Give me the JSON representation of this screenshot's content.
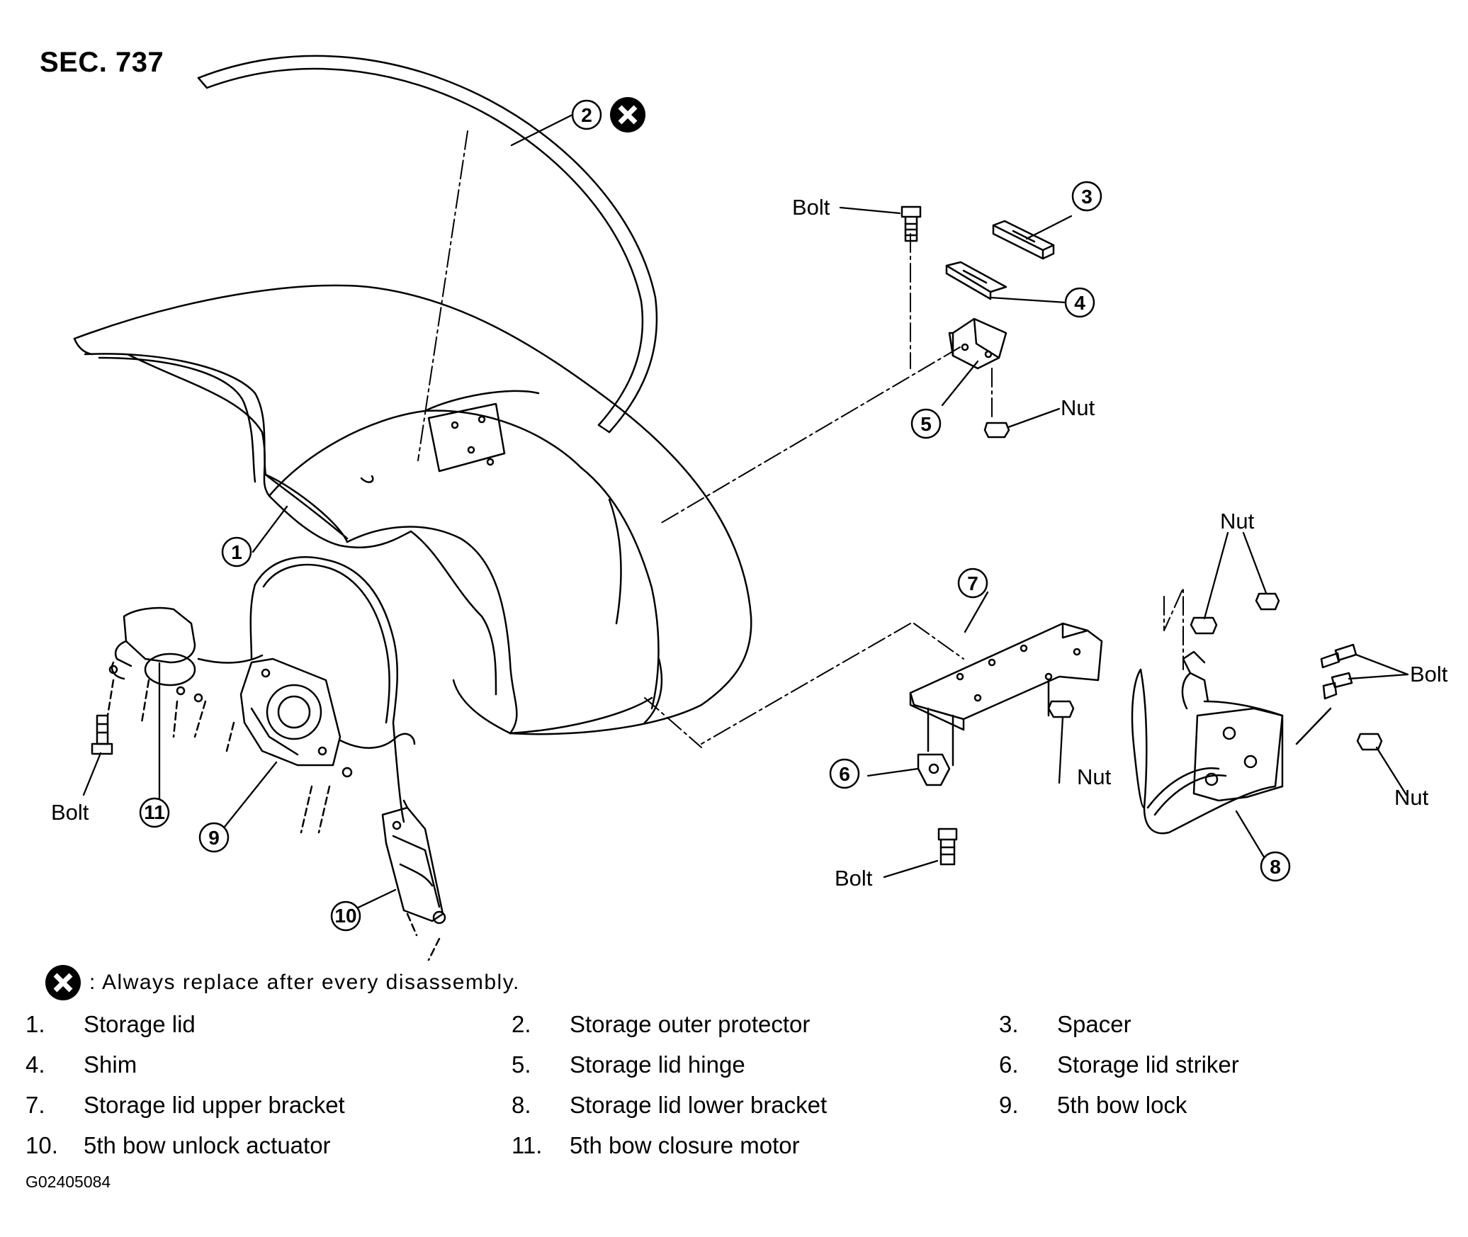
{
  "section": "SEC. 737",
  "callouts": {
    "c1": "1",
    "c2": "2",
    "c3": "3",
    "c4": "4",
    "c5": "5",
    "c6": "6",
    "c7": "7",
    "c8": "8",
    "c9": "9",
    "c10": "10",
    "c11": "11"
  },
  "hardware_labels": {
    "bolt": "Bolt",
    "nut": "Nut"
  },
  "note": {
    "icon": "replace-x-icon",
    "text": ": Always replace after every disassembly."
  },
  "legend": [
    {
      "num": "1.",
      "label": "Storage lid"
    },
    {
      "num": "2.",
      "label": "Storage outer protector"
    },
    {
      "num": "3.",
      "label": "Spacer"
    },
    {
      "num": "4.",
      "label": "Shim"
    },
    {
      "num": "5.",
      "label": "Storage lid hinge"
    },
    {
      "num": "6.",
      "label": "Storage lid striker"
    },
    {
      "num": "7.",
      "label": "Storage lid upper bracket"
    },
    {
      "num": "8.",
      "label": "Storage lid lower bracket"
    },
    {
      "num": "9.",
      "label": "5th bow lock"
    },
    {
      "num": "10.",
      "label": "5th bow unlock actuator"
    },
    {
      "num": "11.",
      "label": "5th bow closure motor"
    }
  ],
  "figure_code": "G02405084"
}
